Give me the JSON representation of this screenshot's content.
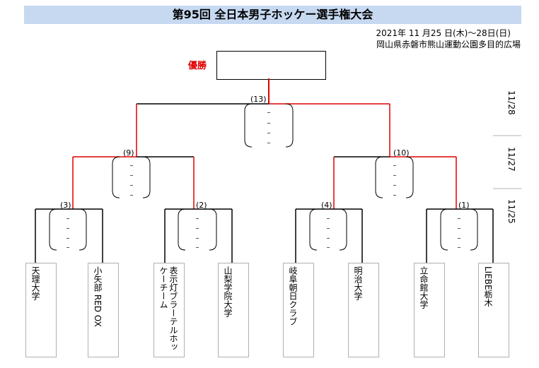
{
  "header": {
    "title": "第95回 全日本男子ホッケー選手権大会",
    "date": "2021年 11 月25 日(木)〜28日(日)",
    "venue": "岡山県赤磐市熊山運動公園多目的広場"
  },
  "champion_label": "優勝",
  "days": [
    "11/28",
    "11/27",
    "11/25"
  ],
  "matches": {
    "m1": "(1)",
    "m2": "(2)",
    "m3": "(3)",
    "m4": "(4)",
    "m9": "(9)",
    "m10": "(10)",
    "m13": "(13)"
  },
  "score_placeholder": "–",
  "teams": [
    "天理大学",
    "小矢部 RED OX",
    "表示灯ブラーテルホッケーチーム",
    "山梨学院大学",
    "岐阜朝日クラブ",
    "明治大学",
    "立命館大学",
    "LIEBE栃木"
  ],
  "colors": {
    "title_bg": "#c6d9f1",
    "winner_line": "#e00000"
  }
}
